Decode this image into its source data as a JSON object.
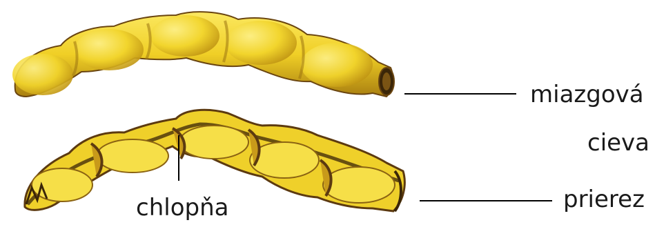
{
  "labels": {
    "vessel_line1": "miazgová",
    "vessel_line2": "cieva",
    "section": "prierez",
    "valve": "chlopňa"
  },
  "colors": {
    "vessel_fill": "#f2d52c",
    "vessel_highlight": "#fbeb6a",
    "vessel_shadow": "#b58a12",
    "vessel_outline": "#5c3a10",
    "interior_dark": "#3b2608",
    "leader_line": "#000000"
  }
}
